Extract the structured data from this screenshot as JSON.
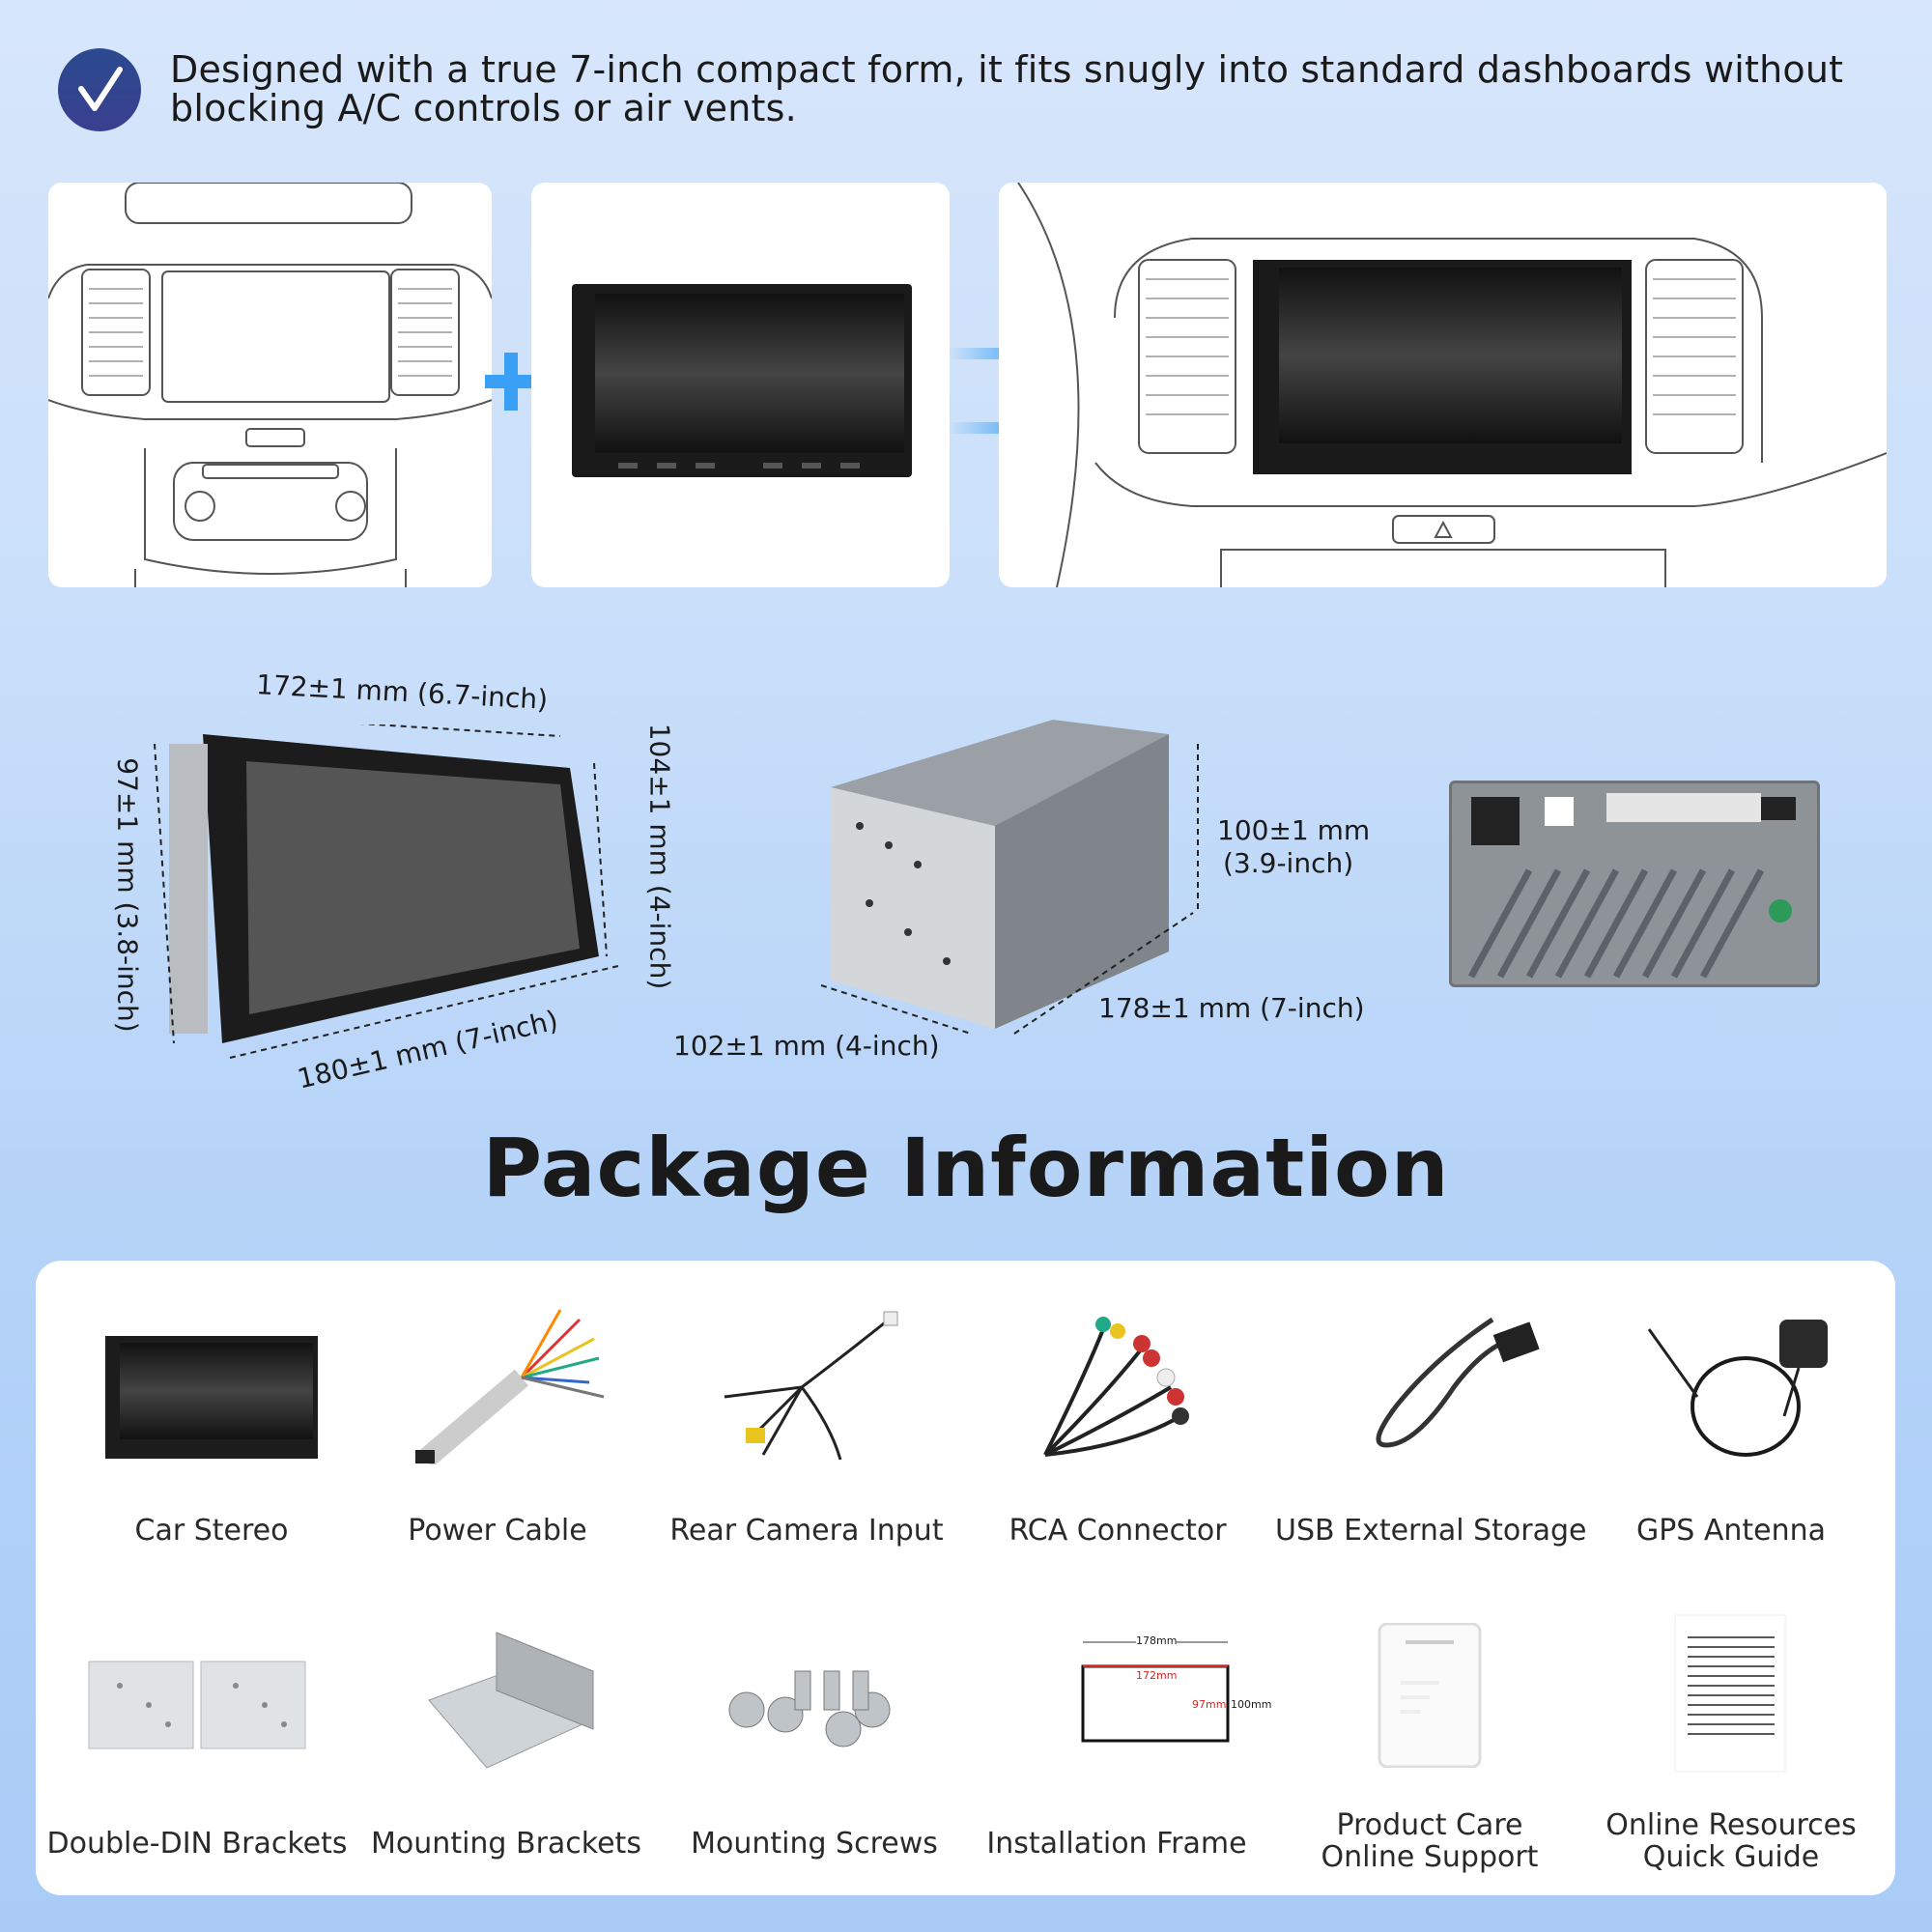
{
  "header": {
    "icon": "check-circle-icon",
    "text": "Designed with a true 7-inch compact form, it fits snugly into standard dashboards without blocking A/C controls or air vents."
  },
  "install_illustration": {
    "icons": [
      "dashboard-empty",
      "plus-icon",
      "car-stereo",
      "arrow-right-icon",
      "dashboard-installed"
    ],
    "accent_color": "#3aa0f5"
  },
  "dimensions": {
    "front_width": "172±1 mm (6.7-inch)",
    "front_height_left": "97±1 mm (3.8-inch)",
    "front_height_right": "104±1 mm (4-inch)",
    "front_bottom_width": "180±1 mm (7-inch)",
    "chassis_height_line1": "100±1 mm",
    "chassis_height_line2": "(3.9-inch)",
    "chassis_depth": "178±1 mm (7-inch)",
    "chassis_width": "102±1 mm (4-inch)"
  },
  "package": {
    "title": "Package Information",
    "items": [
      {
        "label": "Car Stereo"
      },
      {
        "label": "Power Cable"
      },
      {
        "label": "Rear Camera Input"
      },
      {
        "label": "RCA Connector"
      },
      {
        "label": "USB External Storage"
      },
      {
        "label": "GPS Antenna"
      },
      {
        "label": "Double-DIN Brackets"
      },
      {
        "label": "Mounting Brackets"
      },
      {
        "label": "Mounting Screws"
      },
      {
        "label": "Installation Frame",
        "frame_outer": "178mm",
        "frame_inner": "172mm",
        "frame_inner_h": "97mm",
        "frame_outer_h": "100mm"
      },
      {
        "label_line1": "Product Care",
        "label_line2": "Online Support"
      },
      {
        "label_line1": "Online Resources",
        "label_line2": "Quick Guide"
      }
    ]
  }
}
